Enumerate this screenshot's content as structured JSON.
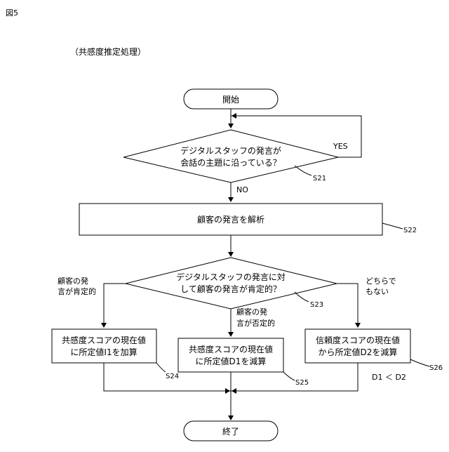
{
  "figure_label": "図5",
  "caption": "（共感度推定処理）",
  "start_label": "開始",
  "end_label": "終了",
  "decision1": {
    "line1": "デジタルスタッフの発言が",
    "line2": "会話の主題に沿っている？",
    "step": "S21",
    "yes": "YES",
    "no": "NO"
  },
  "process_analyze": {
    "label": "顧客の発言を解析",
    "step": "S22"
  },
  "decision2": {
    "line1": "デジタルスタッフの発言に対",
    "line2": "して顧客の発言が肯定的？",
    "step": "S23",
    "left_branch_line1": "顧客の発",
    "left_branch_line2": "言が肯定的",
    "middle_branch_line1": "顧客の発",
    "middle_branch_line2": "言が否定的",
    "right_branch_line1": "どちらで",
    "right_branch_line2": "もない"
  },
  "box_s24": {
    "line1": "共感度スコアの現在値",
    "line2": "に所定値I1を加算",
    "step": "S24"
  },
  "box_s25": {
    "line1": "共感度スコアの現在値",
    "line2": "に所定値D1を減算",
    "step": "S25"
  },
  "box_s26": {
    "line1": "信頼度スコアの現在値",
    "line2": "から所定値D2を減算",
    "step": "S26"
  },
  "relation_note": "D1 ＜ D2"
}
